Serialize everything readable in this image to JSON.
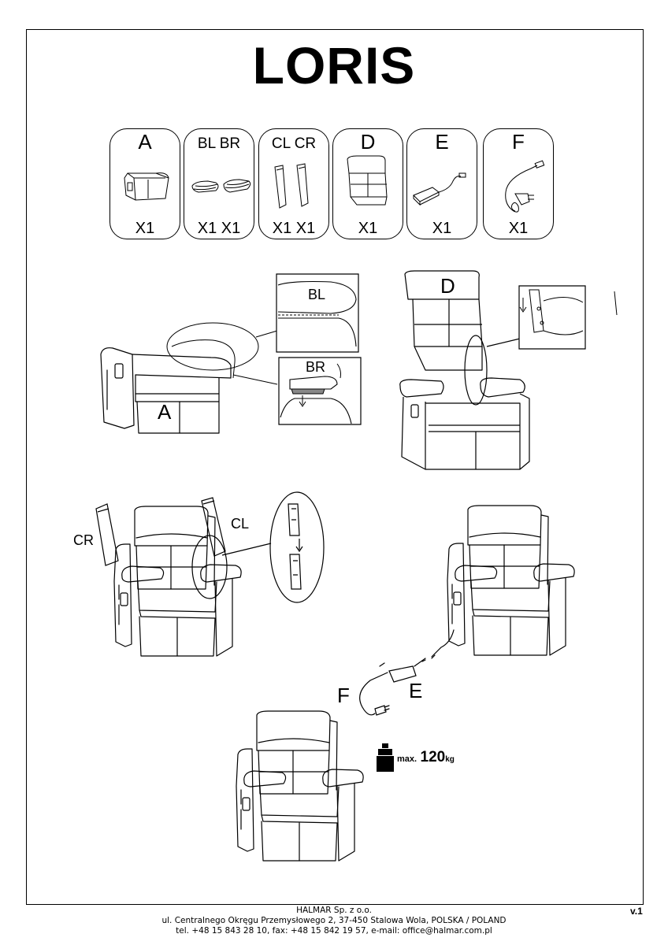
{
  "title": "LORIS",
  "parts": [
    {
      "code": "A",
      "qty": "X1",
      "icon": "armchair-base-icon"
    },
    {
      "code": "BL BR",
      "qty": "X1 X1",
      "icon": "armrest-covers-icon"
    },
    {
      "code": "CL CR",
      "qty": "X1 X1",
      "icon": "side-panels-icon"
    },
    {
      "code": "D",
      "qty": "X1",
      "icon": "backrest-icon"
    },
    {
      "code": "E",
      "qty": "X1",
      "icon": "power-adapter-icon"
    },
    {
      "code": "F",
      "qty": "X1",
      "icon": "power-cable-icon"
    }
  ],
  "step1": {
    "base_label": "A",
    "detail_left": "BL",
    "detail_right": "BR"
  },
  "step2": {
    "back_label": "D"
  },
  "step3": {
    "left_panel": "CR",
    "right_panel": "CL"
  },
  "step4": {
    "cable_label": "F",
    "adapter_label": "E"
  },
  "max_load": {
    "prefix": "max.",
    "value": "120",
    "unit": "kg"
  },
  "footer": {
    "company": "HALMAR Sp. z o.o.",
    "address": "ul. Centralnego Okręgu Przemysłowego 2, 37-450 Stalowa Wola, POLSKA / POLAND",
    "contact": "tel. +48 15 843 28 10, fax: +48 15 842 19 57, e-mail: office@halmar.com.pl",
    "version": "v.1"
  }
}
